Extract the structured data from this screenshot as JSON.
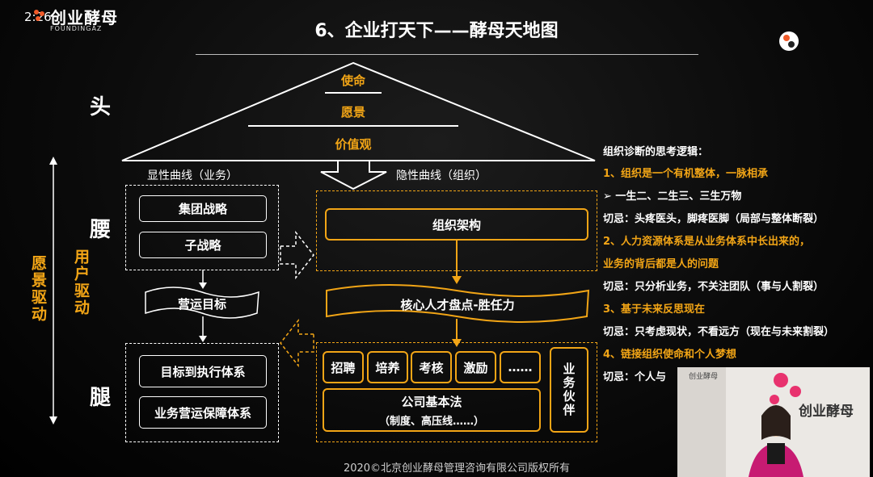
{
  "header": {
    "timestamp": "2:26",
    "logo_text": "创业酵母",
    "logo_sub": "FOUNDINGAZ",
    "title": "6、企业打天下——酵母天地图"
  },
  "pyramid": {
    "top": "使命",
    "middle": "愿景",
    "bottom": "价值观"
  },
  "side_labels": {
    "head": "头",
    "waist": "腰",
    "leg": "腿",
    "vision_driven": "愿景驱动",
    "user_driven": "用户驱动"
  },
  "left": {
    "curve_label": "显性曲线（业务）",
    "group_strategy": "集团战略",
    "sub_strategy": "子战略",
    "operating_goal": "营运目标",
    "goal_execution": "目标到执行体系",
    "ops_support": "业务营运保障体系"
  },
  "right": {
    "curve_label": "隐性曲线（组织）",
    "org_structure": "组织架构",
    "talent_review": "核心人才盘点-胜任力",
    "recruit": "招聘",
    "train": "培养",
    "assess": "考核",
    "incentive": "激励",
    "more": "……",
    "partner": "业务伙伴",
    "basic_law_line1": "公司基本法",
    "basic_law_line2": "（制度、高压线……）"
  },
  "notes": [
    {
      "text": "组织诊断的思考逻辑：",
      "color": "orange"
    },
    {
      "text": "1、组织是一个有机整体，一脉相承",
      "color": "orange"
    },
    {
      "text": "➢    一生二、二生三、三生万物",
      "color": "white"
    },
    {
      "text": "切忌：头疼医头，脚疼医脚（局部与整体断裂）",
      "color": "white"
    },
    {
      "text": "2、人力资源体系是从业务体系中长出来的，",
      "color": "orange"
    },
    {
      "text": "业务的背后都是人的问题",
      "color": "orange"
    },
    {
      "text": "切忌：只分析业务，不关注团队（事与人割裂）",
      "color": "white"
    },
    {
      "text": "3、基于未来反思现在",
      "color": "orange"
    },
    {
      "text": "切忌：只考虑现状，不看远方（现在与未来割裂）",
      "color": "white"
    },
    {
      "text": "4、链接组织使命和个人梦想",
      "color": "orange"
    },
    {
      "text": "切忌：个人与",
      "color": "white"
    }
  ],
  "video": {
    "logo_text": "创业酵母"
  },
  "footer": {
    "copyright": "2020©北京创业酵母管理咨询有限公司版权所有"
  },
  "colors": {
    "accent_orange": "#f2a516",
    "background": "#000000",
    "line_white": "#ffffff"
  }
}
